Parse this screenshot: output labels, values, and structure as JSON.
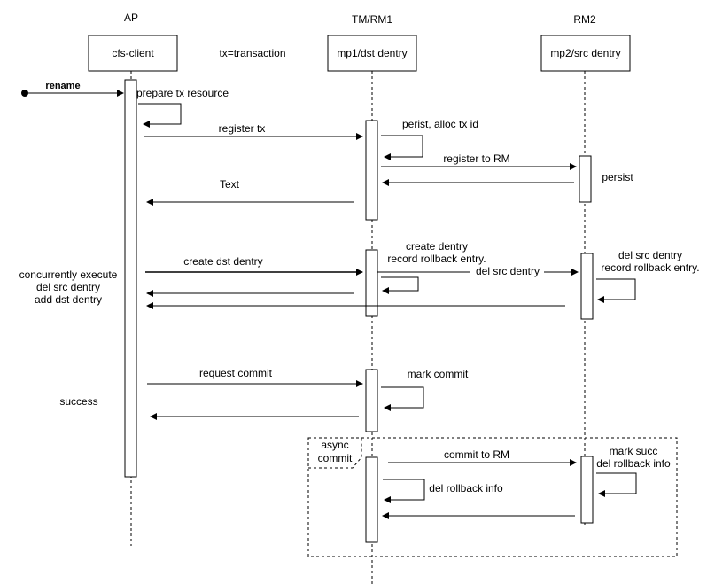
{
  "participants": {
    "ap": {
      "group": "AP",
      "name": "cfs-client"
    },
    "tm": {
      "group": "TM/RM1",
      "name": "mp1/dst dentry"
    },
    "rm2": {
      "group": "RM2",
      "name": "mp2/src dentry"
    }
  },
  "note": "tx=transaction",
  "labels": {
    "rename": "rename",
    "prepare": "prepare tx resource",
    "register_tx": "register tx",
    "perist": "perist, alloc tx id",
    "register_rm": "register to RM",
    "persist": "persist",
    "text": "Text",
    "create_dst": "create dst dentry",
    "create_dentry_1": "create dentry",
    "create_dentry_2": "record rollback entry.",
    "del_src": "del src dentry",
    "del_src_rm_1": "del src dentry",
    "del_src_rm_2": "record rollback entry.",
    "concurrent_1": "concurrently execute",
    "concurrent_2": "del src dentry",
    "concurrent_3": "add dst dentry",
    "request_commit": "request commit",
    "mark_commit": "mark commit",
    "success": "success",
    "async_1": "async",
    "async_2": "commit",
    "commit_rm": "commit to RM",
    "mark_succ_1": "mark succ",
    "mark_succ_2": "del rollback info",
    "del_rollback": "del rollback info"
  }
}
